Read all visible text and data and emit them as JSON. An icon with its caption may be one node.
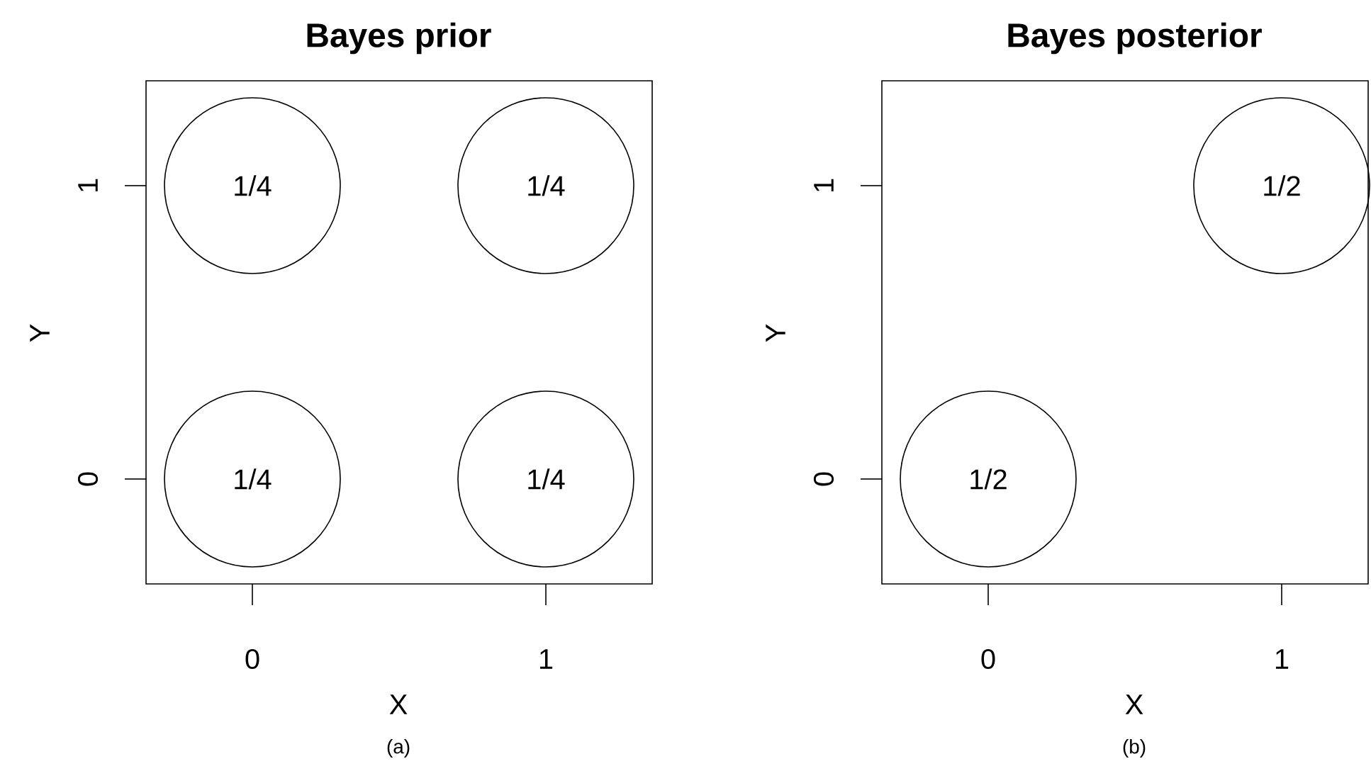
{
  "diagram": {
    "nodes": [
      {
        "text": [
          "Bayes prior"
        ]
      },
      {
        "text": [
          "1/4"
        ],
        "in": 0
      },
      {
        "text": [
          "1/4"
        ],
        "in": 0
      },
      {
        "text": [
          "1/4"
        ],
        "in": 0
      },
      {
        "text": [
          "1/4"
        ],
        "in": 0
      },
      {
        "text": [
          "Bayes posterior"
        ]
      },
      {
        "text": [
          "1/2"
        ],
        "in": 5
      },
      {
        "text": [
          "1/2"
        ],
        "in": 5
      }
    ],
    "edges": [],
    "labels": [
      "1",
      "0",
      "Y",
      "0",
      "1",
      "X",
      "(a)",
      "1",
      "0",
      "Y",
      "0",
      "1",
      "X",
      "(b)"
    ]
  }
}
